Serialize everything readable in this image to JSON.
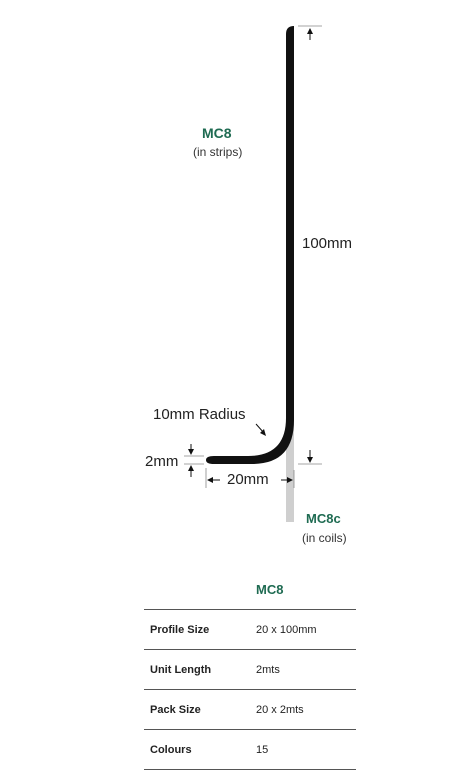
{
  "diagram": {
    "profile_main_label": "MC8",
    "profile_main_sub": "(in strips)",
    "height_label": "100mm",
    "radius_label": "10mm Radius",
    "thickness_label": "2mm",
    "width_label": "20mm",
    "profile_coil_label": "MC8c",
    "profile_coil_sub": "(in coils)"
  },
  "table": {
    "header": "MC8",
    "rows": [
      {
        "label": "Profile Size",
        "value": "20 x 100mm"
      },
      {
        "label": "Unit Length",
        "value": "2mts"
      },
      {
        "label": "Pack Size",
        "value": "20 x 2mts"
      },
      {
        "label": "Colours",
        "value": "15"
      }
    ]
  },
  "colors": {
    "accent": "#1f6b52",
    "profile": "#111111",
    "coil": "#cfcfcf"
  }
}
